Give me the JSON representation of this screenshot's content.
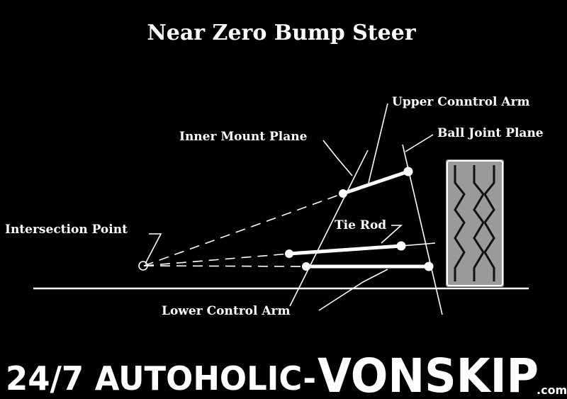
{
  "title": "Near Zero Bump Steer",
  "labels": {
    "upper_control_arm": "Upper Conntrol Arm",
    "inner_mount_plane": "Inner Mount Plane",
    "ball_joint_plane": "Ball Joint Plane",
    "intersection_point": "Intersection Point",
    "tie_rod": "Tie Rod",
    "lower_control_arm": "Lower Control Arm"
  },
  "brand": {
    "prefix": "24/7 AUTOHOLIC-",
    "name": "VONSKIP",
    "suffix": ".com"
  },
  "colors": {
    "background": "#000000",
    "foreground": "#ffffff",
    "tire": "#9a9a9a"
  }
}
